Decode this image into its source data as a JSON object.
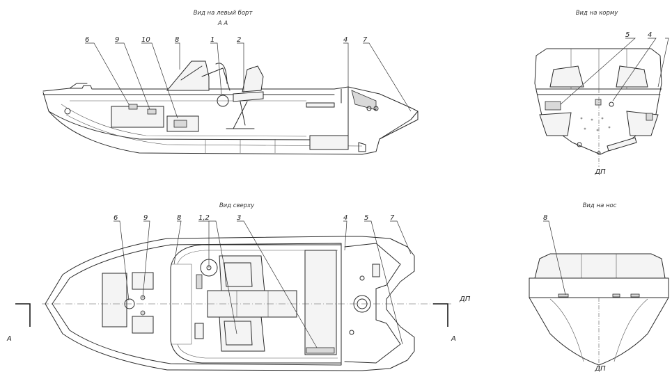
{
  "views": {
    "side": "Вид на левый борт",
    "side_section": "А  А",
    "stern": "Вид на корму",
    "top": "Вид сверху",
    "bow": "Вид на нос"
  },
  "marks": {
    "section_letter": "А",
    "centerline": "ДП"
  },
  "callouts_side": [
    "6",
    "9",
    "10",
    "8",
    "1",
    "2",
    "4",
    "7"
  ],
  "callouts_stern": [
    "5",
    "4"
  ],
  "callouts_top": [
    "6",
    "9",
    "8",
    "1,2",
    "3",
    "4",
    "5",
    "7"
  ],
  "callouts_bow": [
    "8"
  ]
}
